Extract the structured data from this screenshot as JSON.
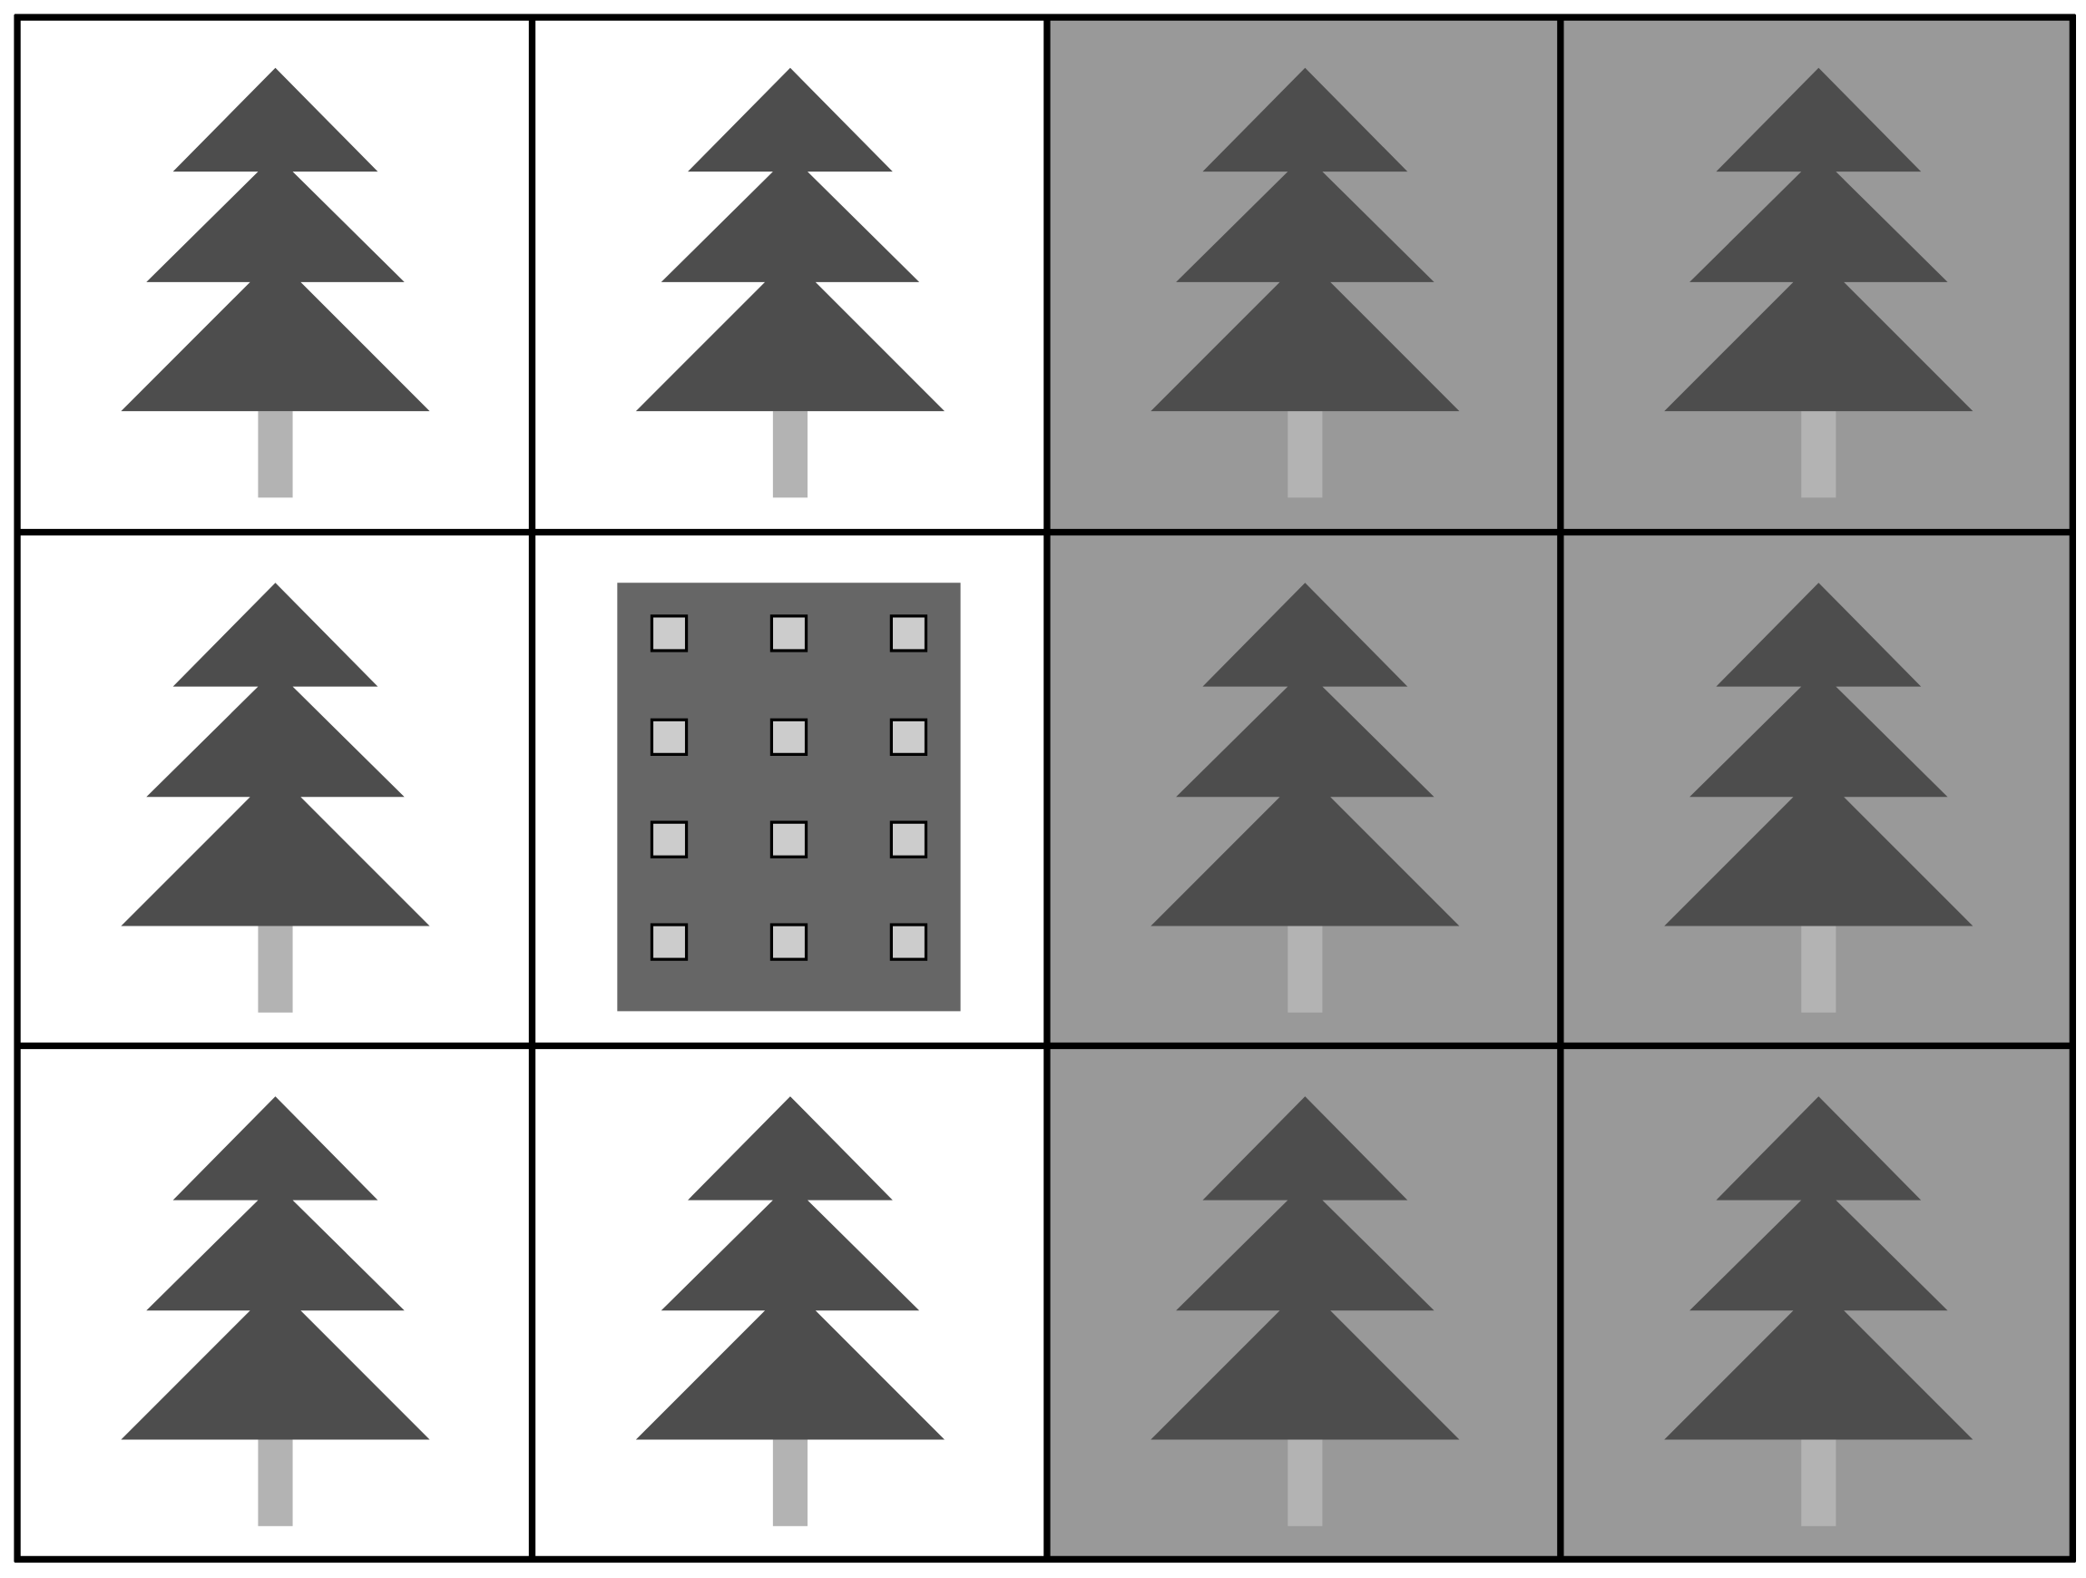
{
  "colors": {
    "grid_line": "#000000",
    "tree_foliage": "#4d4d4d",
    "tree_trunk": "#b3b3b3",
    "building_body": "#666666",
    "building_window": "#cccccc",
    "cell_white": "#ffffff",
    "cell_gray": "#999999"
  },
  "grid": {
    "rows": 3,
    "cols": 4,
    "cells": [
      [
        {
          "bg": "cell_white",
          "object": "tree"
        },
        {
          "bg": "cell_white",
          "object": "tree"
        },
        {
          "bg": "cell_gray",
          "object": "tree"
        },
        {
          "bg": "cell_gray",
          "object": "tree"
        }
      ],
      [
        {
          "bg": "cell_white",
          "object": "tree"
        },
        {
          "bg": "cell_white",
          "object": "building"
        },
        {
          "bg": "cell_gray",
          "object": "tree"
        },
        {
          "bg": "cell_gray",
          "object": "tree"
        }
      ],
      [
        {
          "bg": "cell_white",
          "object": "tree"
        },
        {
          "bg": "cell_white",
          "object": "tree"
        },
        {
          "bg": "cell_gray",
          "object": "tree"
        },
        {
          "bg": "cell_gray",
          "object": "tree"
        }
      ]
    ],
    "building_windows": {
      "rows": 4,
      "cols": 3
    }
  }
}
